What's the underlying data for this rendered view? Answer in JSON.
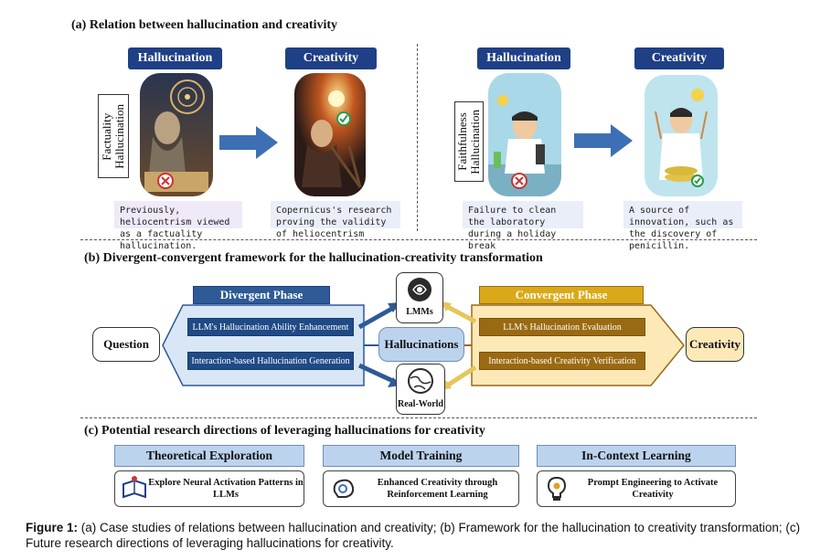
{
  "section_a": {
    "title": "(a) Relation between hallucination and creativity",
    "left": {
      "hallucination_label": "Hallucination",
      "creativity_label": "Creativity",
      "side_label": "Factuality\nHallucination",
      "caption_left": "Previously, heliocentrism viewed as a factuality hallucination.",
      "caption_right": "Copernicus's research proving the validity of heliocentrism"
    },
    "right": {
      "hallucination_label": "Hallucination",
      "creativity_label": "Creativity",
      "side_label": "Faithfulness\nHallucination",
      "caption_left": "Failure to clean the laboratory during a holiday break",
      "caption_right": "A source of innovation, such as the discovery of penicillin."
    }
  },
  "section_b": {
    "title": "(b) Divergent-convergent framework for the hallucination-creativity transformation",
    "question": "Question",
    "divergent_phase": "Divergent Phase",
    "divergent_steps": [
      "LLM's Hallucination Ability Enhancement",
      "Interaction-based Hallucination Generation"
    ],
    "lmms": "LMMs",
    "hallucinations": "Hallucinations",
    "real_world": "Real-World",
    "convergent_phase": "Convergent Phase",
    "convergent_steps": [
      "LLM's Hallucination Evaluation",
      "Interaction-based Creativity Verification"
    ],
    "creativity": "Creativity"
  },
  "section_c": {
    "title": "(c) Potential research directions of leveraging hallucinations for creativity",
    "directions": [
      {
        "heading": "Theoretical Exploration",
        "text": "Explore Neural Activation Patterns in LLMs",
        "icon": "brain-book-icon"
      },
      {
        "heading": "Model Training",
        "text": "Enhanced Creativity through Reinforcement Learning",
        "icon": "brain-gear-icon"
      },
      {
        "heading": "In-Context Learning",
        "text": "Prompt Engineering to Activate Creativity",
        "icon": "lightbulb-gear-icon"
      }
    ]
  },
  "figure_caption": {
    "label": "Figure 1:",
    "text": " (a) Case studies of relations between hallucination and creativity; (b) Framework for the hallucination to creativity transformation; (c) Future research directions of leveraging hallucinations for creativity."
  },
  "colors": {
    "navy": "#1f3f86",
    "divergent": "#2e5a96",
    "convergent": "#9a6a12",
    "convergent_light": "#ffe7a8",
    "direction_head": "#bcd3ee"
  }
}
